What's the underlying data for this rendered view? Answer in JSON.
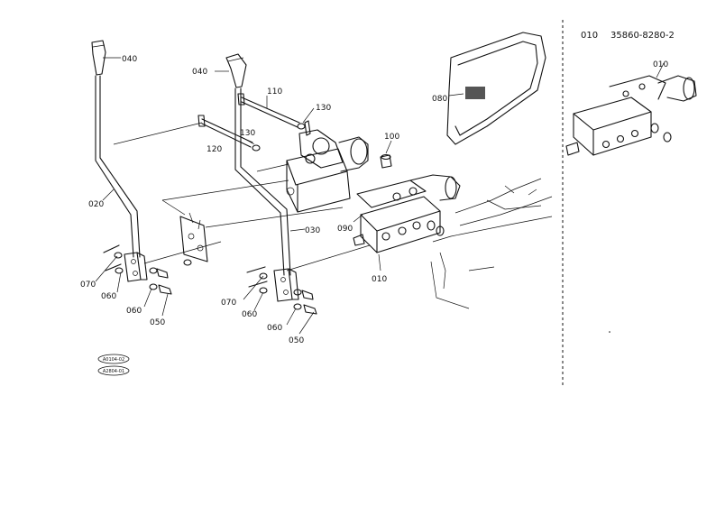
{
  "header": {
    "ref_num": "010",
    "part_number": "35860-8280-2"
  },
  "callouts": {
    "knob_left": "040",
    "knob_right": "040",
    "lever_left": "020",
    "lever_right": "030",
    "bolt_top": "110",
    "washer_top": "130",
    "bolt_mid": "120",
    "washer_mid": "130",
    "plug": "100",
    "cover": "080",
    "seal": "090",
    "valve": "010",
    "side_valve": "010",
    "pin_left": "070",
    "washer_left": "060",
    "clip_left": "060",
    "bolt_left": "050",
    "pin_right": "070",
    "washer_right": "060",
    "clip_right": "060",
    "bolt_right": "050"
  },
  "badges": {
    "top": "A0104-02",
    "bottom": "A2804-01"
  }
}
